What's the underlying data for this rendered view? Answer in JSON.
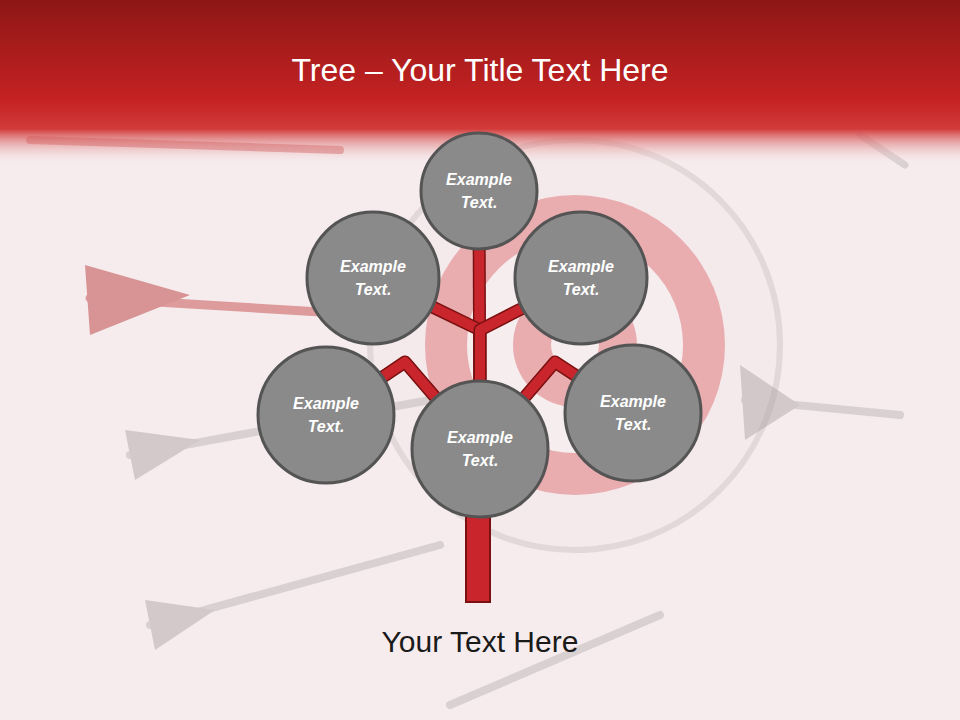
{
  "diagram": {
    "title": "Tree – Your Title Text Here",
    "caption": "Your Text Here",
    "nodes": [
      {
        "text": [
          "Example Text."
        ]
      },
      {
        "text": [
          "Example Text."
        ]
      },
      {
        "text": [
          "Example Text."
        ]
      },
      {
        "text": [
          "Example Text."
        ]
      },
      {
        "text": [
          "Example Text."
        ]
      },
      {
        "text": [
          "Example Text."
        ]
      }
    ],
    "edges": [
      {
        "from": 4,
        "to": 0,
        "arrow": "none"
      },
      {
        "from": 4,
        "to": 1,
        "arrow": "none"
      },
      {
        "from": 4,
        "to": 2,
        "arrow": "none"
      },
      {
        "from": 4,
        "to": 3,
        "arrow": "none"
      },
      {
        "from": 4,
        "to": 5,
        "arrow": "none"
      }
    ]
  }
}
